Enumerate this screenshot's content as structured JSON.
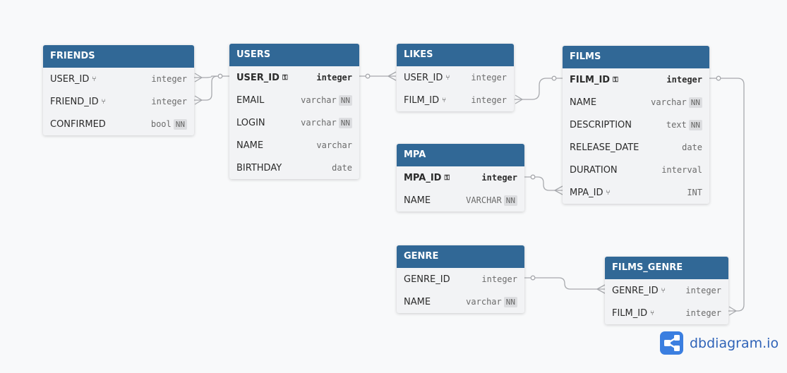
{
  "tables": {
    "friends": {
      "name": "FRIENDS",
      "fields": [
        {
          "name": "USER_ID",
          "type": "integer",
          "icon": "link-icon",
          "nn": ""
        },
        {
          "name": "FRIEND_ID",
          "type": "integer",
          "icon": "link-icon",
          "nn": ""
        },
        {
          "name": "CONFIRMED",
          "type": "bool",
          "icon": "",
          "nn": "NN"
        }
      ]
    },
    "users": {
      "name": "USERS",
      "fields": [
        {
          "name": "USER_ID",
          "type": "integer",
          "icon": "key-icon",
          "nn": ""
        },
        {
          "name": "EMAIL",
          "type": "varchar",
          "icon": "",
          "nn": "NN"
        },
        {
          "name": "LOGIN",
          "type": "varchar",
          "icon": "",
          "nn": "NN"
        },
        {
          "name": "NAME",
          "type": "varchar",
          "icon": "",
          "nn": ""
        },
        {
          "name": "BIRTHDAY",
          "type": "date",
          "icon": "",
          "nn": ""
        }
      ]
    },
    "likes": {
      "name": "LIKES",
      "fields": [
        {
          "name": "USER_ID",
          "type": "integer",
          "icon": "link-icon",
          "nn": ""
        },
        {
          "name": "FILM_ID",
          "type": "integer",
          "icon": "link-icon",
          "nn": ""
        }
      ]
    },
    "films": {
      "name": "FILMS",
      "fields": [
        {
          "name": "FILM_ID",
          "type": "integer",
          "icon": "key-icon",
          "nn": ""
        },
        {
          "name": "NAME",
          "type": "varchar",
          "icon": "",
          "nn": "NN"
        },
        {
          "name": "DESCRIPTION",
          "type": "text",
          "icon": "",
          "nn": "NN"
        },
        {
          "name": "RELEASE_DATE",
          "type": "date",
          "icon": "",
          "nn": ""
        },
        {
          "name": "DURATION",
          "type": "interval",
          "icon": "",
          "nn": ""
        },
        {
          "name": "MPA_ID",
          "type": "INT",
          "icon": "link-icon",
          "nn": ""
        }
      ]
    },
    "mpa": {
      "name": "MPA",
      "fields": [
        {
          "name": "MPA_ID",
          "type": "integer",
          "icon": "key-icon",
          "nn": ""
        },
        {
          "name": "NAME",
          "type": "VARCHAR",
          "icon": "",
          "nn": "NN"
        }
      ]
    },
    "genre": {
      "name": "GENRE",
      "fields": [
        {
          "name": "GENRE_ID",
          "type": "integer",
          "icon": "",
          "nn": ""
        },
        {
          "name": "NAME",
          "type": "varchar",
          "icon": "",
          "nn": "NN"
        }
      ]
    },
    "films_genre": {
      "name": "FILMS_GENRE",
      "fields": [
        {
          "name": "GENRE_ID",
          "type": "integer",
          "icon": "link-icon",
          "nn": ""
        },
        {
          "name": "FILM_ID",
          "type": "integer",
          "icon": "link-icon",
          "nn": ""
        }
      ]
    }
  },
  "branding": {
    "logo_text": "dbdiagram.io",
    "accent": "#316896",
    "logo_color": "#3b7fe0"
  }
}
